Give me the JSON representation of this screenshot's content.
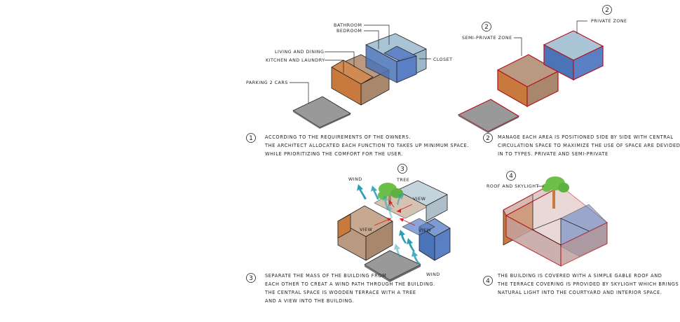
{
  "step1": {
    "number": "1",
    "labels": {
      "bathroom": "BATHROOM",
      "bedroom": "BEDROOM",
      "living": "LIVING AND DINING",
      "kitchen": "KITCHEN AND LAUNDRY",
      "closet": "CLOSET",
      "parking": "PARKING 2 CARS"
    },
    "description": [
      "ACCORDING TO THE REQUIREMENTS OF THE OWNERS.",
      "THE ARCHITECT ALLOCATED EACH FUNCTION TO TAKES UP MINIMUM SPACE.",
      "WHILE PRIORITIZING THE COMFORT FOR THE USER."
    ]
  },
  "step2": {
    "number": "2",
    "labels": {
      "private_zone": "PRIVATE ZONE",
      "semi_private_zone": "SEMI-PRIVATE ZONE"
    },
    "description": [
      "MANAGE EACH AREA IS POSITIONED SIDE BY SIDE WITH CENTRAL",
      "CIRCULATION SPACE TO MAXIMIZE THE USE OF SPACE ARE DEVIDED",
      "IN TO TYPES. PRIVATE AND SEMI-PRIVATE"
    ]
  },
  "step3": {
    "number": "3",
    "labels": {
      "tree": "TREE",
      "wind_top": "WIND",
      "wind_bottom": "WIND",
      "view_left": "VIEW",
      "view_right_top": "VIEW",
      "view_right_bottom": "VIEW"
    },
    "description": [
      "SEPARATE THE MASS OF THE BUILDING FROM",
      "EACH OTHER TO CREAT A WIND PATH THROUGH THE BUILDING.",
      "THE CENTRAL SPACE IS WOODEN TERRACE WITH A TREE",
      "AND A VIEW INTO THE BUILDING."
    ]
  },
  "step4": {
    "number": "4",
    "labels": {
      "roof": "ROOF AND SKYLIGHT"
    },
    "description": [
      "THE BUILDING IS COVERED WITH A SIMPLE GABLE ROOF AND",
      "THE TERRACE COVERING IS PROVIDED BY SKYLIGHT WHICH BRINGS",
      "NATURAL LIGHT INTO THE COURTYARD AND INTERIOR SPACE."
    ]
  },
  "colors": {
    "orange": "#c87a3e",
    "tan": "#b99a80",
    "blue": "#5a7fc4",
    "light_blue": "#a9c4d4",
    "red_outline": "#b3121f",
    "tree_green": "#6cc04a",
    "wind_cyan": "#2a9fb4",
    "view_arrow": "#e01b24"
  }
}
